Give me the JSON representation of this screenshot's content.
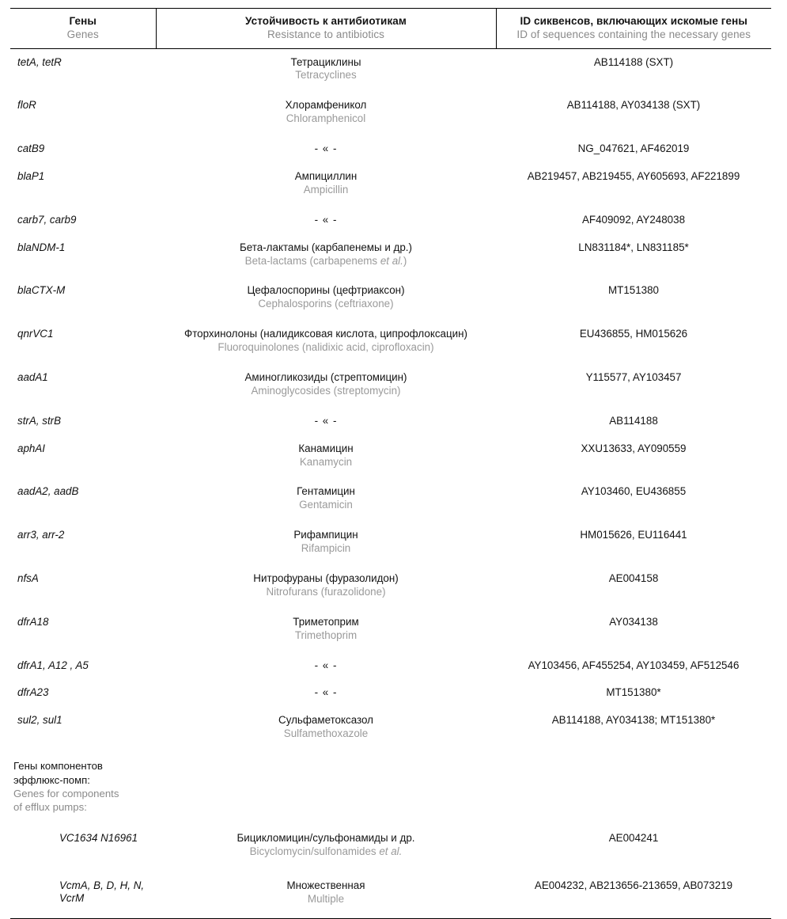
{
  "table": {
    "columns": [
      {
        "ru": "Гены",
        "en": "Genes"
      },
      {
        "ru": "Устойчивость к антибиотикам",
        "en": "Resistance to antibiotics"
      },
      {
        "ru": "ID сиквенсов, включающих искомые гены",
        "en": "ID of sequences containing the necessary genes"
      }
    ],
    "ditto_symbol": "- « -",
    "rows": [
      {
        "genes": "tetA, tetR",
        "resistance_ru": "Тетрациклины",
        "resistance_en": "Tetracyclines",
        "ids": "AB114188 (SXT)"
      },
      {
        "genes": "floR",
        "resistance_ru": "Хлорамфеникол",
        "resistance_en": "Chloramphenicol",
        "ids": "AB114188, AY034138 (SXT)"
      },
      {
        "genes": "catB9",
        "resistance_ru": "- « -",
        "resistance_en": "",
        "ids": "NG_047621, AF462019"
      },
      {
        "genes": "blaP1",
        "resistance_ru": "Ампициллин",
        "resistance_en": "Ampicillin",
        "ids": "AB219457, AB219455, AY605693, AF221899"
      },
      {
        "genes": "carb7, carb9",
        "resistance_ru": "- « -",
        "resistance_en": "",
        "ids": "AF409092, AY248038"
      },
      {
        "genes": "blaNDM-1",
        "resistance_ru": "Бета-лактамы (карбапенемы и др.)",
        "resistance_en": "Beta-lactams (carbapenems et al.)",
        "resistance_en_italic": "et al.",
        "ids": "LN831184*, LN831185*"
      },
      {
        "genes": "blaCTX-M",
        "resistance_ru": "Цефалоспорины (цефтриаксон)",
        "resistance_en": "Cephalosporins (ceftriaxone)",
        "ids": "MT151380"
      },
      {
        "genes": "qnrVC1",
        "resistance_ru": "Фторхинолоны (налидиксовая кислота, ципрофлоксацин)",
        "resistance_en": "Fluoroquinolones (nalidixic acid, ciprofloxacin)",
        "ids": "EU436855, HM015626"
      },
      {
        "genes": "aadA1",
        "resistance_ru": "Аминогликозиды (стрептомицин)",
        "resistance_en": "Aminoglycosides (streptomycin)",
        "ids": "Y115577, AY103457"
      },
      {
        "genes": "strA, strB",
        "resistance_ru": "- « -",
        "resistance_en": "",
        "ids": "AB114188"
      },
      {
        "genes": "aphAI",
        "resistance_ru": "Канамицин",
        "resistance_en": "Kanamycin",
        "ids": "XXU13633, AY090559"
      },
      {
        "genes": "aadA2, aadB",
        "resistance_ru": "Гентамицин",
        "resistance_en": "Gentamicin",
        "ids": "AY103460, EU436855"
      },
      {
        "genes": "arr3, arr-2",
        "resistance_ru": "Рифампицин",
        "resistance_en": "Rifampicin",
        "ids": "HM015626, EU116441"
      },
      {
        "genes": "nfsA",
        "resistance_ru": "Нитрофураны (фуразолидон)",
        "resistance_en": "Nitrofurans (furazolidone)",
        "ids": "AE004158"
      },
      {
        "genes": "dfrA18",
        "resistance_ru": "Триметоприм",
        "resistance_en": "Trimethoprim",
        "ids": "AY034138"
      },
      {
        "genes": "dfrA1, A12 , A5",
        "resistance_ru": "- « -",
        "resistance_en": "",
        "ids": "AY103456, AF455254, AY103459, AF512546"
      },
      {
        "genes": "dfrA23",
        "resistance_ru": "- « -",
        "resistance_en": "",
        "ids": "MT151380*"
      },
      {
        "genes": "sul2, sul1",
        "resistance_ru": "Сульфаметоксазол",
        "resistance_en": "Sulfamethoxazole",
        "ids": "AB114188, AY034138; MT151380*"
      }
    ],
    "section": {
      "label_ru": "Гены компонентов\nэффлюкс-помп:",
      "label_en": "Genes for components\nof efflux pumps:",
      "rows": [
        {
          "genes": "VC1634 N16961",
          "resistance_ru": "Бицикломицин/сульфонамиды и др.",
          "resistance_en": "Bicyclomycin/sulfonamides et al.",
          "resistance_en_italic": "et al.",
          "ids": "AE004241"
        },
        {
          "genes": "VcmA, B, D, H, N,\nVcrM",
          "resistance_ru": "Множественная",
          "resistance_en": "Multiple",
          "ids": "AE004232, AB213656-213659, AB073219"
        }
      ]
    }
  },
  "colors": {
    "text_primary": "#141414",
    "text_secondary": "#9a9a9a",
    "rule": "#000000",
    "background": "#ffffff"
  }
}
